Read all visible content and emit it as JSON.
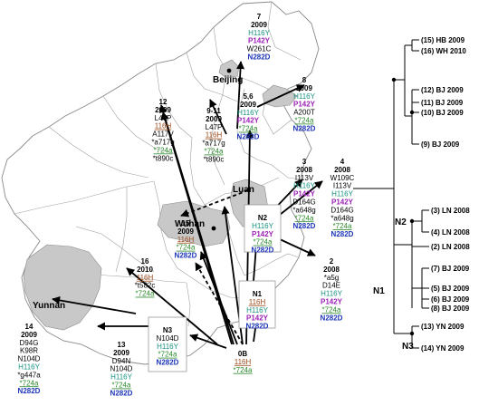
{
  "colors": {
    "h116y": "#15907f",
    "p142y": "#9b1fb5",
    "n282d": "#1c35b8",
    "c724a": "#2c8a2c",
    "h116h": "#9a4a1a",
    "text": "#000000",
    "land": "#ffffff",
    "shade": "#c8c8c8",
    "border": "#8a8a8a"
  },
  "places": {
    "beijing": "Beijing",
    "luan": "Luan",
    "wuhan": "Wuhan",
    "yunnan": "Yunnan"
  },
  "labels": {
    "l0b": {
      "id": "0B",
      "lines": [
        "116H",
        "*724a"
      ]
    },
    "l1": {
      "id": "N1",
      "lines": [
        "116H",
        "H116Y",
        "P142Y",
        "N282D"
      ]
    },
    "l2": {
      "id": "N2",
      "lines": [
        "H116Y",
        "P142Y",
        "*724a",
        "N282D"
      ]
    },
    "l3": {
      "id": "N3",
      "lines": [
        "N104D",
        "H116Y",
        "*724a",
        "N282D"
      ]
    },
    "c2": {
      "id": "2",
      "lines": [
        "2008",
        "*a5g",
        "D14E",
        "H116Y",
        "P142Y",
        "*724a",
        "N282D"
      ]
    },
    "c3": {
      "id": "3",
      "lines": [
        "2008",
        "I113V",
        "H116Y",
        "P142Y",
        "D164G",
        "*a648g",
        "*724a",
        "N282D"
      ]
    },
    "c4": {
      "id": "4",
      "lines": [
        "2008",
        "W109C",
        "I113V",
        "H116Y",
        "P142Y",
        "D164G",
        "*a648g",
        "*724a",
        "N282D"
      ]
    },
    "c56": {
      "id": "5,6",
      "lines": [
        "2009",
        "H116Y",
        "P142Y",
        "*724a",
        "N282D"
      ]
    },
    "c7": {
      "id": "7",
      "lines": [
        "2009",
        "H116Y",
        "P142Y",
        "W261C",
        "N282D"
      ]
    },
    "c8": {
      "id": "8",
      "lines": [
        "2009",
        "H116Y",
        "P142Y",
        "A200T",
        "*724a",
        "N282D"
      ]
    },
    "c911": {
      "id": "9-11",
      "lines": [
        "2009",
        "L47P",
        "116H",
        "*a717g",
        "*724a",
        "*t890c"
      ]
    },
    "c12": {
      "id": "12",
      "lines": [
        "2009",
        "L47P",
        "116H",
        "A117V",
        "*a717g",
        "*724a",
        "*t890c"
      ]
    },
    "c13": {
      "id": "13",
      "lines": [
        "2009",
        "D94N",
        "N104D",
        "H116Y",
        "*724a",
        "N282D"
      ]
    },
    "c14": {
      "id": "14",
      "lines": [
        "2009",
        "D94G",
        "K98R",
        "N104D",
        "H116Y",
        "*g447a",
        "*724a",
        "N282D"
      ]
    },
    "c15": {
      "id": "15",
      "lines": [
        "2009",
        "116H",
        "*724a",
        "N282D"
      ]
    },
    "c16": {
      "id": "16",
      "lines": [
        "2010",
        "116H",
        "*t582c",
        "*724a"
      ]
    }
  },
  "tree": {
    "leaves": [
      "(15) HB 2009",
      "(16) WH 2010",
      "(12) BJ 2009",
      "(11) BJ 2009",
      "(10) BJ 2009",
      "(9) BJ 2009",
      "(3) LN 2008",
      "(4) LN 2008",
      "(2) LN 2008",
      "(7) BJ 2009",
      "(5) BJ 2009",
      "(6) BJ 2009",
      "(8) BJ 2009",
      "(13) YN 2009",
      "(14) YN 2009"
    ],
    "nodes": {
      "n1": "N1",
      "n2": "N2",
      "n3": "N3"
    }
  }
}
